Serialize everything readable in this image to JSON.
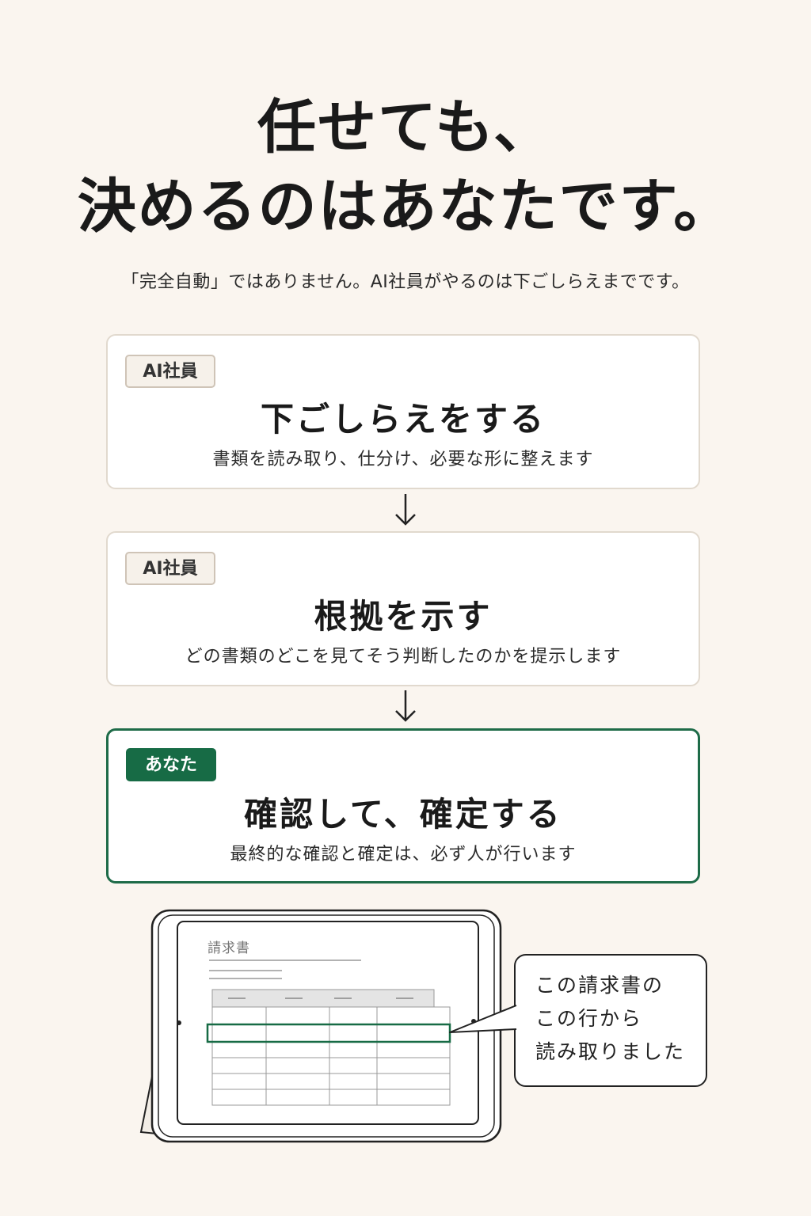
{
  "headline": {
    "line1": "任せても、",
    "line2": "決めるのはあなたです。"
  },
  "intro": "「完全自動」ではありません。AI社員がやるのは下ごしらえまでです。",
  "steps": [
    {
      "badge": "AI社員",
      "title": "下ごしらえをする",
      "desc": "書類を読み取り、仕分け、必要な形に整えます"
    },
    {
      "badge": "AI社員",
      "title": "根拠を示す",
      "desc": "どの書類のどこを見てそう判断したのかを提示します"
    },
    {
      "badge": "あなた",
      "title": "確認して、確定する",
      "desc": "最終的な確認と確定は、必ず人が行います"
    }
  ],
  "illustration": {
    "doc_title": "請求書",
    "bubble_lines": [
      "この請求書の",
      "この行から",
      "読み取りました"
    ]
  },
  "colors": {
    "background": "#faf5ef",
    "accent_green": "#176b45",
    "card_border": "#e1d9ce"
  },
  "icons": {
    "arrow": "arrow-down-icon"
  }
}
